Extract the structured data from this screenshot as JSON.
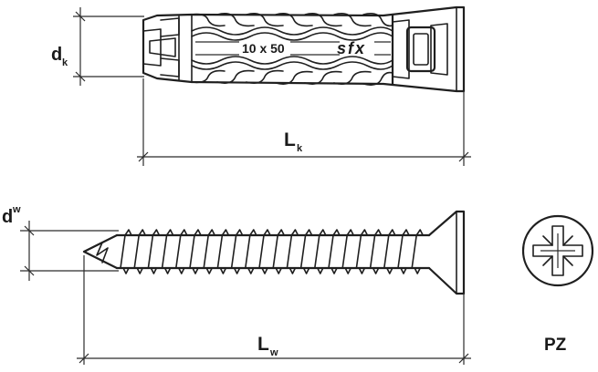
{
  "anchor": {
    "diameter_symbol": "d",
    "diameter_subscript": "k",
    "length_symbol": "L",
    "length_subscript": "k",
    "size_marking": "10 x 50",
    "brand_marking": "sfx"
  },
  "screw": {
    "diameter_symbol": "d",
    "diameter_subscript": "w",
    "length_symbol": "L",
    "length_subscript": "w"
  },
  "drive": {
    "label": "PZ",
    "icon": "pozidriv-cross-icon"
  },
  "colors": {
    "line": "#1f1f1f",
    "background": "#ffffff"
  }
}
